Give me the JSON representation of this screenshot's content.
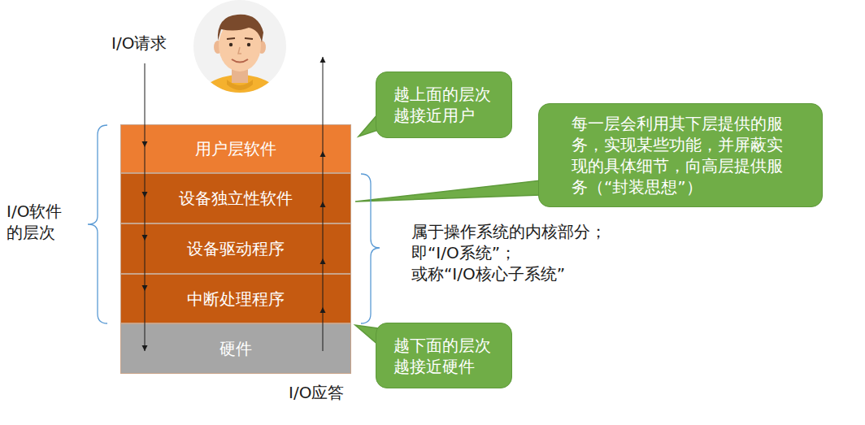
{
  "diagram": {
    "nodes": [
      {
        "text": [
          "用户层软件"
        ]
      },
      {
        "text": [
          "设备独立性软件"
        ]
      },
      {
        "text": [
          "设备驱动程序"
        ]
      },
      {
        "text": [
          "中断处理程序"
        ]
      },
      {
        "text": [
          "硬件"
        ]
      },
      {
        "text": [
          "越上面的层次越接近用户"
        ]
      },
      {
        "text": [
          "每一层会利用其下层提供的服务，实现某些功能，并屏蔽实现的具体细节，向高层提供服务（“封装思想”）"
        ]
      },
      {
        "text": [
          "越下面的层次越接近硬件"
        ]
      }
    ],
    "labels": [
      "I/O请求",
      "I/O应答",
      "I/O软件的层次",
      "属于操作系统的内核部分；",
      "即“I/O系统”；",
      "或称“I/O核心子系统”"
    ]
  }
}
